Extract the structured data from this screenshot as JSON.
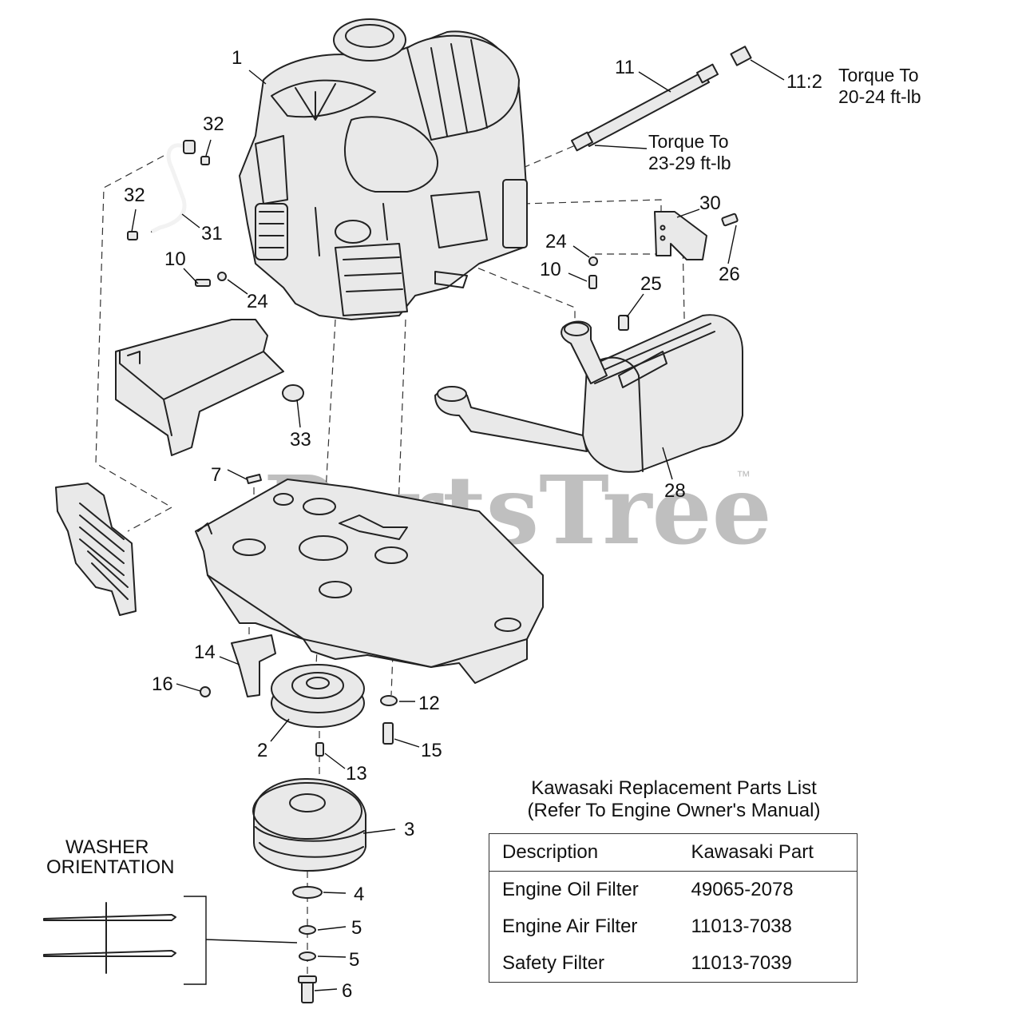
{
  "watermark": {
    "brand": "PartsTree",
    "trademark": "™"
  },
  "callouts": [
    {
      "id": "c1",
      "label": "1"
    },
    {
      "id": "c11",
      "label": "11"
    },
    {
      "id": "c11-2",
      "label": "11:2"
    },
    {
      "id": "c32a",
      "label": "32"
    },
    {
      "id": "c32b",
      "label": "32"
    },
    {
      "id": "c31",
      "label": "31"
    },
    {
      "id": "c10a",
      "label": "10"
    },
    {
      "id": "c24a",
      "label": "24"
    },
    {
      "id": "c30",
      "label": "30"
    },
    {
      "id": "c24b",
      "label": "24"
    },
    {
      "id": "c10b",
      "label": "10"
    },
    {
      "id": "c26",
      "label": "26"
    },
    {
      "id": "c25",
      "label": "25"
    },
    {
      "id": "c33",
      "label": "33"
    },
    {
      "id": "c7",
      "label": "7"
    },
    {
      "id": "c28",
      "label": "28"
    },
    {
      "id": "c14",
      "label": "14"
    },
    {
      "id": "c16",
      "label": "16"
    },
    {
      "id": "c12",
      "label": "12"
    },
    {
      "id": "c2",
      "label": "2"
    },
    {
      "id": "c15",
      "label": "15"
    },
    {
      "id": "c13",
      "label": "13"
    },
    {
      "id": "c3",
      "label": "3"
    },
    {
      "id": "c4",
      "label": "4"
    },
    {
      "id": "c5a",
      "label": "5"
    },
    {
      "id": "c5b",
      "label": "5"
    },
    {
      "id": "c6",
      "label": "6"
    }
  ],
  "notes": {
    "torque_upper": {
      "line1": "Torque To",
      "line2": "20-24 ft-lb"
    },
    "torque_lower": {
      "line1": "Torque To",
      "line2": "23-29 ft-lb"
    }
  },
  "washer_orientation": {
    "line1": "WASHER",
    "line2": "ORIENTATION"
  },
  "parts_table": {
    "title_line1": "Kawasaki Replacement Parts List",
    "title_line2": "(Refer To Engine Owner's Manual)",
    "headers": [
      "Description",
      "Kawasaki Part"
    ],
    "rows": [
      {
        "description": "Engine Oil Filter",
        "part": "49065-2078"
      },
      {
        "description": "Engine Air Filter",
        "part": "11013-7038"
      },
      {
        "description": "Safety Filter",
        "part": "11013-7039"
      }
    ]
  }
}
